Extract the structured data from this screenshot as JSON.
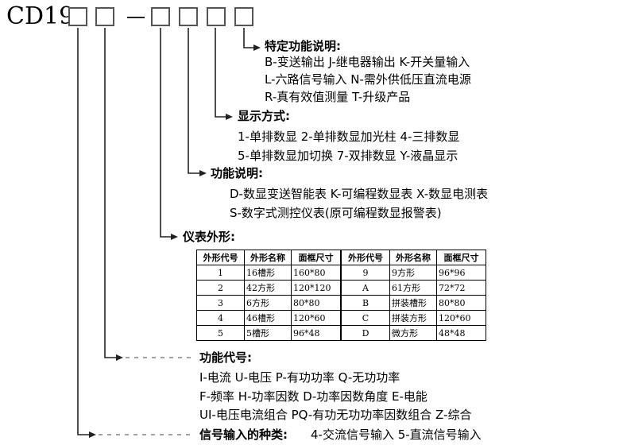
{
  "model_prefix": "CD19",
  "sections": {
    "special": {
      "title": "特定功能说明:",
      "lines": [
        "B-变送输出  J-继电器输出  K-开关量输入",
        "L-六路信号输入  N-需外供低压直流电源",
        "R-真有效值测量  T-升级产品"
      ]
    },
    "display": {
      "title": "显示方式:",
      "lines": [
        "1-单排数显  2-单排数显加光柱  4-三排数显",
        "5-单排数显加切换 7-双排数显  Y-液晶显示"
      ]
    },
    "function": {
      "title": "功能说明:",
      "lines": [
        "D-数显变送智能表  K-可编程数显表  X-数显电测表",
        "S-数字式测控仪表(原可编程数显报警表)"
      ]
    },
    "shape": {
      "title": "仪表外形:",
      "table": {
        "headers": [
          "外形代号",
          "外形名称",
          "面框尺寸",
          "外形代号",
          "外形名称",
          "面框尺寸"
        ],
        "rows": [
          [
            "1",
            "16槽形",
            "160*80",
            "9",
            "9方形",
            "96*96"
          ],
          [
            "2",
            "42方形",
            "120*120",
            "A",
            "61方形",
            "72*72"
          ],
          [
            "3",
            "6方形",
            "80*80",
            "B",
            "拼装槽形",
            "80*80"
          ],
          [
            "4",
            "46槽形",
            "120*60",
            "C",
            "拼装方形",
            "120*60"
          ],
          [
            "5",
            "5槽形",
            "96*48",
            "D",
            "微方形",
            "48*48"
          ]
        ]
      }
    },
    "func_code": {
      "title": "功能代号:",
      "lines": [
        "I-电流  U-电压  P-有功功率  Q-无功功率",
        "F-频率  H-功率因数  D-功率因数角度  E-电能",
        "UI-电压电流组合  PQ-有功无功功率因数组合  Z-综合"
      ]
    },
    "signal": {
      "title": "信号输入的种类:",
      "text": "4-交流信号输入  5-直流信号输入"
    }
  }
}
